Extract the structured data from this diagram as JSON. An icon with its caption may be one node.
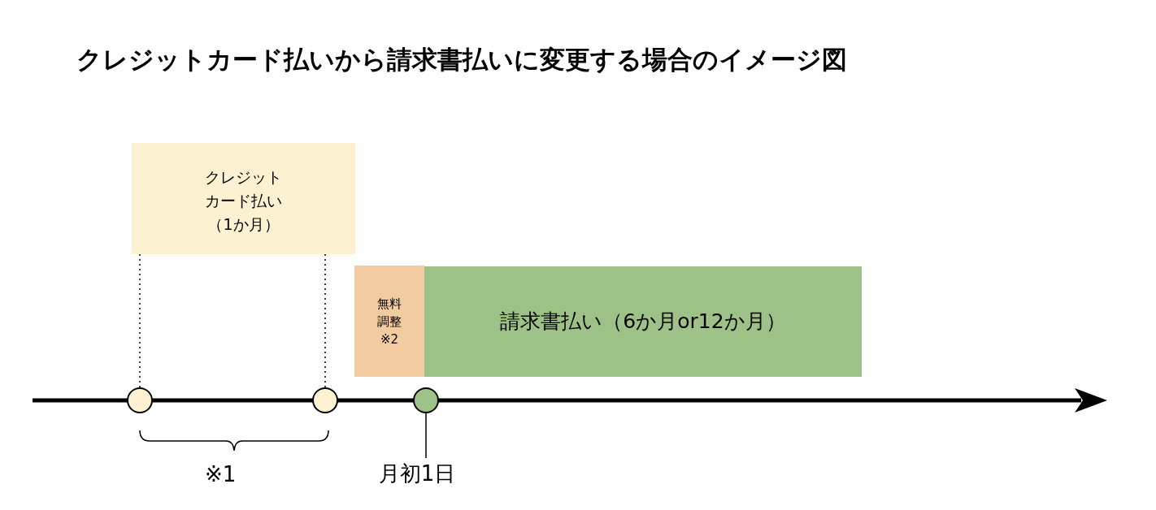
{
  "diagram": {
    "title": "クレジットカード払いから請求書払いに変更する場合のイメージ図",
    "nodes": [
      {
        "text": [
          "クレジットカード払い（1か月）"
        ]
      },
      {
        "text": [
          "無料調整※2"
        ]
      },
      {
        "text": [
          "請求書払い（6か月or12か月）"
        ]
      },
      {
        "text": [],
        "shape": "circle"
      },
      {
        "text": [],
        "shape": "circle"
      },
      {
        "text": [],
        "shape": "circle"
      },
      {
        "text": [
          "月初1日"
        ]
      }
    ],
    "edges": [
      {
        "from": 3,
        "to": 0,
        "arrow": "none",
        "style": "dashed"
      },
      {
        "from": 4,
        "to": 0,
        "arrow": "none",
        "style": "dashed"
      },
      {
        "from": 5,
        "to": 6,
        "arrow": "none"
      }
    ],
    "labels": [
      "※1"
    ]
  }
}
